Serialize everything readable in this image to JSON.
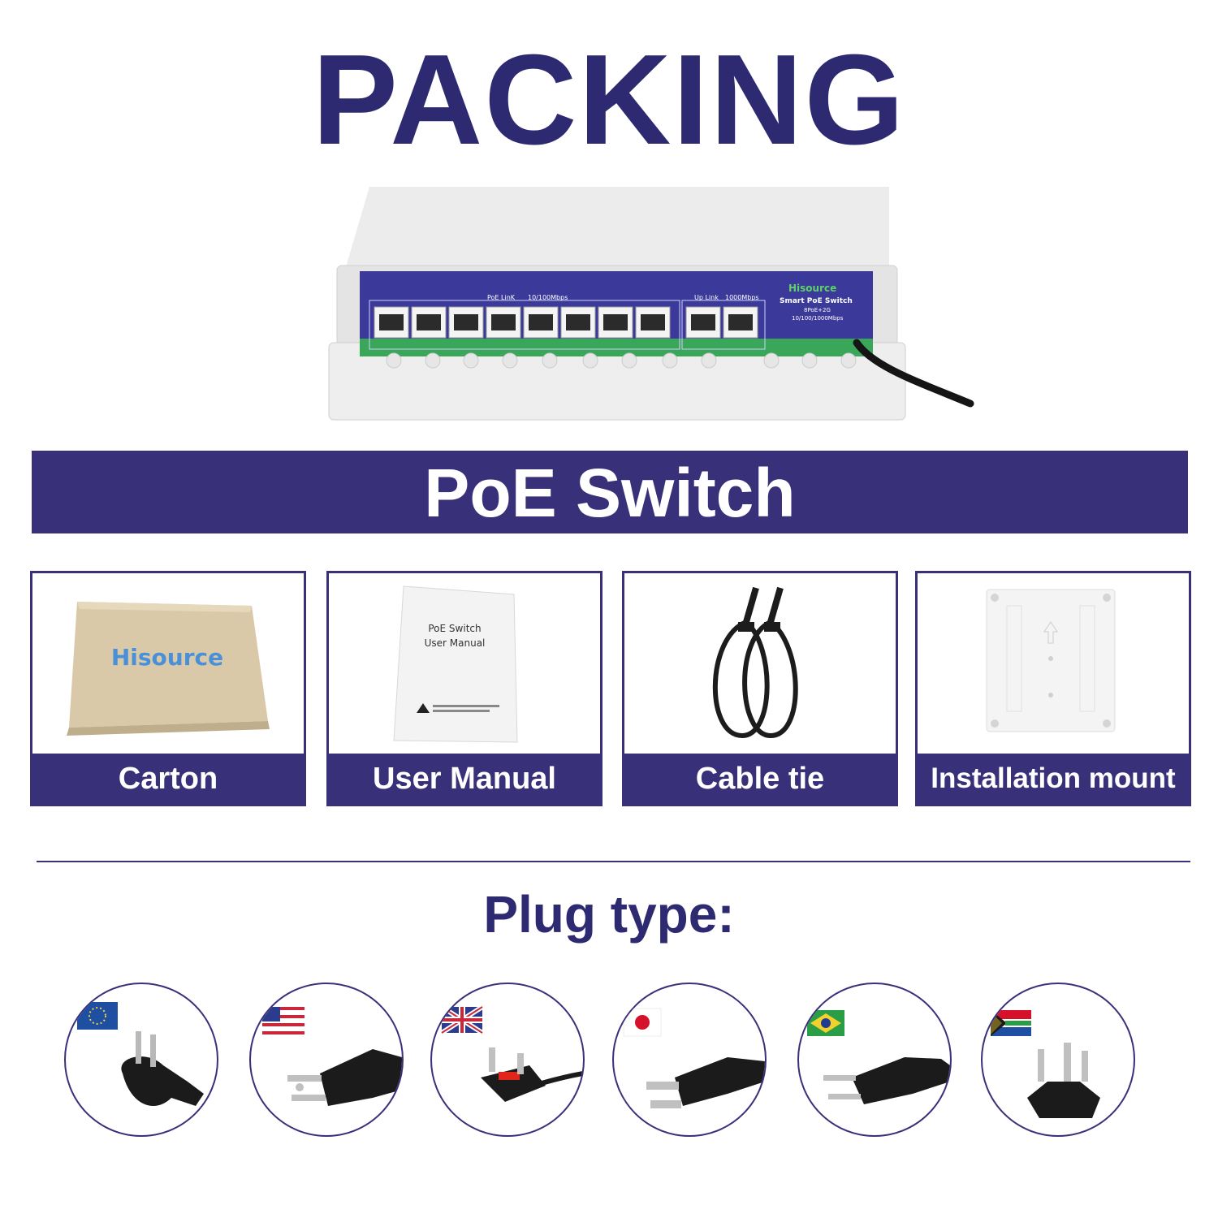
{
  "header": {
    "title": "PACKING"
  },
  "device": {
    "brand": "Hisource",
    "model": "Smart PoE Switch",
    "ports_spec": "8PoE+2G",
    "speed_spec": "10/100/1000Mbps",
    "poe_group_label": "PoE LinK",
    "poe_speed": "10/100Mbps",
    "uplink_label": "Up Link",
    "uplink_speed": "1000Mbps"
  },
  "banner": {
    "label": "PoE Switch"
  },
  "items": [
    {
      "label": "Carton",
      "box_brand": "Hisource"
    },
    {
      "label": "User Manual",
      "manual_title_1": "PoE Switch",
      "manual_title_2": "User Manual"
    },
    {
      "label": "Cable tie"
    },
    {
      "label": "Installation mount"
    }
  ],
  "plugs": {
    "title": "Plug type:",
    "types": [
      {
        "region": "EU",
        "flag": "eu-flag"
      },
      {
        "region": "US",
        "flag": "us-flag"
      },
      {
        "region": "UK",
        "flag": "uk-flag"
      },
      {
        "region": "JP",
        "flag": "jp-flag"
      },
      {
        "region": "BR",
        "flag": "br-flag"
      },
      {
        "region": "ZA",
        "flag": "za-flag"
      }
    ]
  },
  "colors": {
    "primary": "#39307a",
    "heading": "#2e2a72",
    "panel": "#3b3a9a",
    "led_strip": "#3aa65a"
  }
}
